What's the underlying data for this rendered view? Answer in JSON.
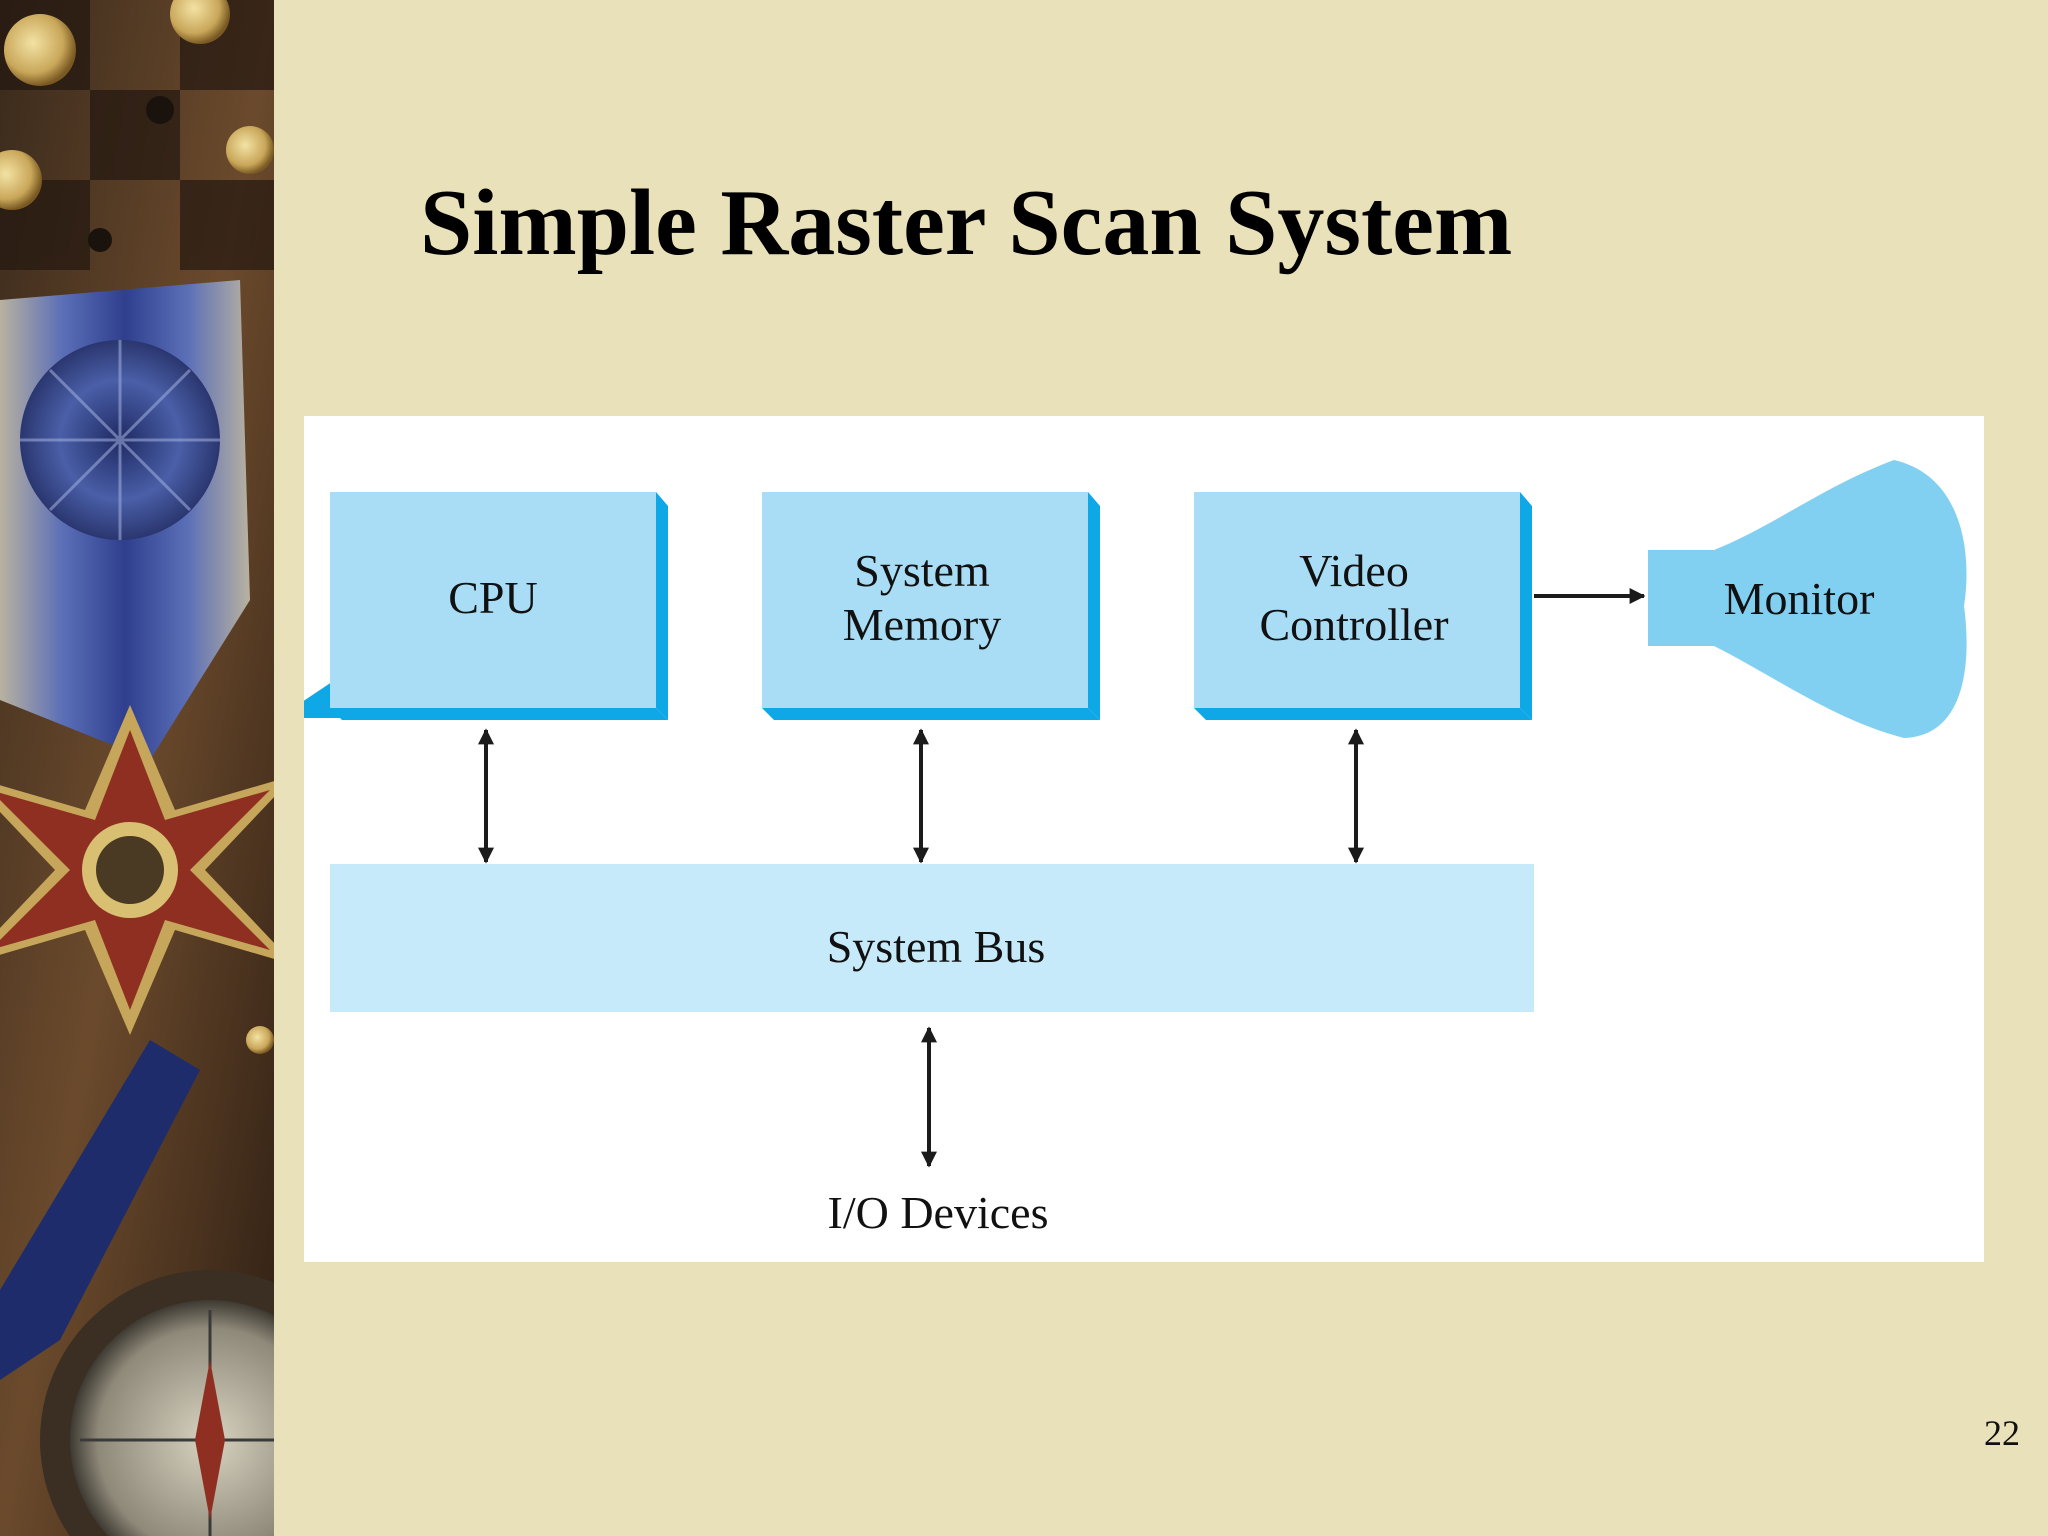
{
  "slide": {
    "title": "Simple Raster Scan System",
    "page_number": "22",
    "background_color": "#e9e1b9",
    "side_image_icon": "medal-and-compass-photo-icon"
  },
  "diagram": {
    "blocks": {
      "cpu": "CPU",
      "memory_line1": "System",
      "memory_line2": "Memory",
      "video_line1": "Video",
      "video_line2": "Controller",
      "monitor": "Monitor",
      "bus": "System Bus",
      "io": "I/O Devices"
    },
    "colors": {
      "box_fill": "#a9ddf6",
      "box_shadow": "#0ea8e6",
      "bus_fill": "#c7eafb",
      "monitor_fill": "#82d0f1",
      "arrow": "#1b1b1b"
    }
  }
}
